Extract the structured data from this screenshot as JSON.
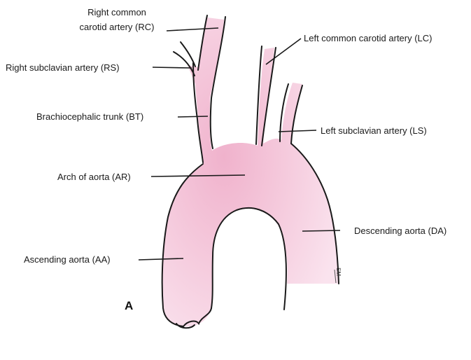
{
  "figure": {
    "panel_letter": "A",
    "artist_initials": "SM",
    "colors": {
      "vessel_fill": "#f6cfe0",
      "vessel_shade": "#f0b6ce",
      "outline": "#1a1a1a"
    }
  },
  "labels": {
    "rc_line1": "Right common",
    "rc_line2": "carotid artery (RC)",
    "rs": "Right subclavian artery (RS)",
    "bt": "Brachiocephalic trunk (BT)",
    "ar": "Arch of aorta (AR)",
    "aa": "Ascending aorta (AA)",
    "lc": "Left common carotid artery (LC)",
    "ls": "Left subclavian artery (LS)",
    "da": "Descending aorta (DA)"
  }
}
